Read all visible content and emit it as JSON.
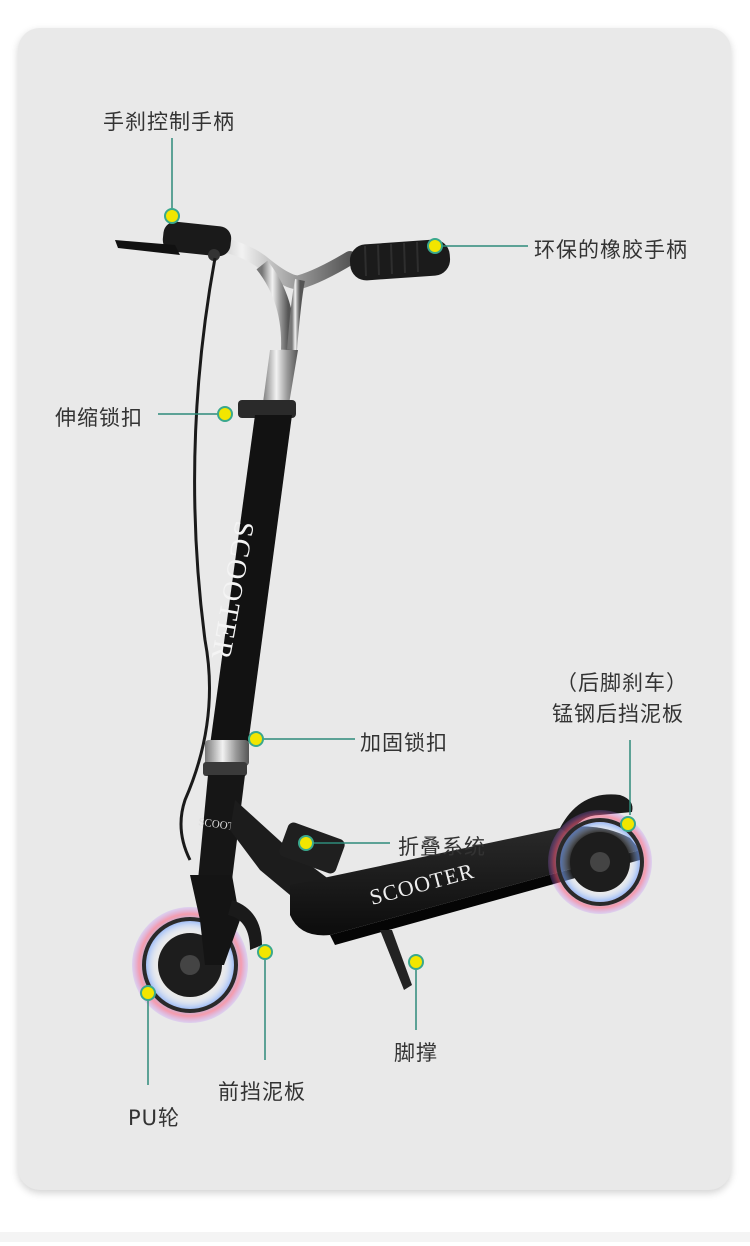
{
  "product": {
    "deck_brand": "SCOOTER",
    "stem_brand": "SCOOTER",
    "fork_brand": "SCOOTER"
  },
  "colors": {
    "card_background": "#e9e9e9",
    "callout_line": "#2e8b7a",
    "callout_dot": "#f2e600",
    "callout_dot_ring": "#3aa88c",
    "label_text": "#333333",
    "frame": "#151515",
    "wheel_glow": [
      "#4fa3ff",
      "#ff4d6d",
      "#b86bff"
    ]
  },
  "callouts": {
    "brake_handle": "手刹控制手柄",
    "rubber_grip": "环保的橡胶手柄",
    "telescopic_lock": "伸缩锁扣",
    "reinforced_lock": "加固锁扣",
    "rear_brake_note": "（后脚刹车）",
    "rear_fender": "锰钢后挡泥板",
    "folding_system": "折叠系统",
    "kickstand": "脚撑",
    "front_fender": "前挡泥板",
    "pu_wheel": "PU轮"
  }
}
